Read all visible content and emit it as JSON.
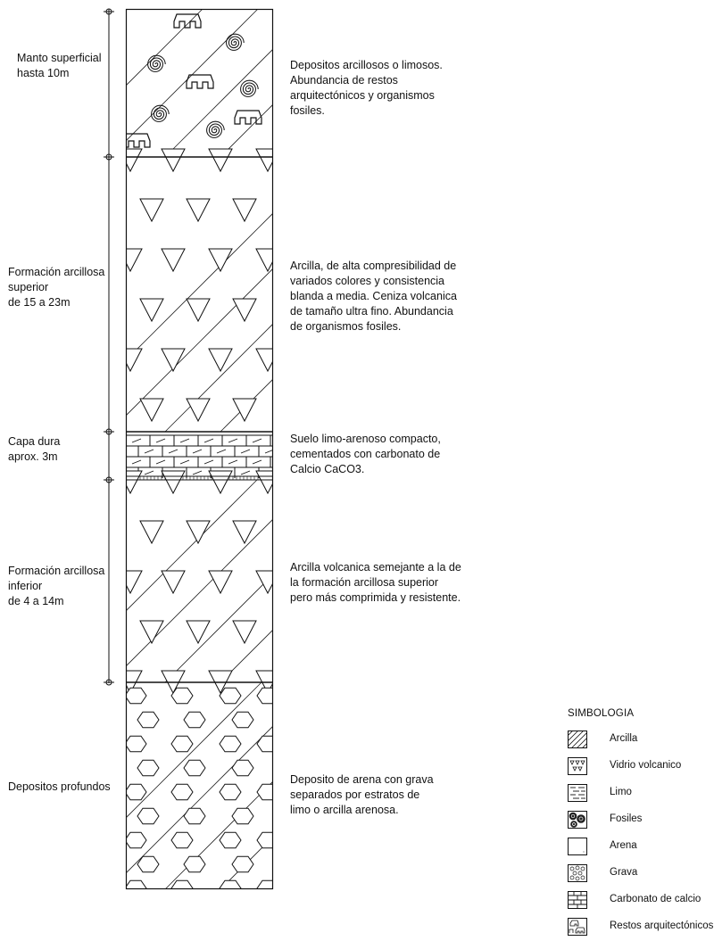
{
  "layers": [
    {
      "id": "manto",
      "name": "Manto superficial\nhasta 10m",
      "description": "Depositos arcillosos o limosos.\nAbundancia de restos\narquitectónicos y organismos\nfosiles."
    },
    {
      "id": "fas",
      "name": "Formación arcillosa\nsuperior\nde 15 a 23m",
      "description": "Arcilla, de alta compresibilidad de\nvariados colores y consistencia\nblanda a media. Ceniza volcanica\nde tamaño ultra fino. Abundancia\nde organismos fosiles."
    },
    {
      "id": "capa",
      "name": "Capa dura\naprox. 3m",
      "description": "Suelo limo-arenoso compacto,\ncementados con carbonato de\nCalcio  CaCO3."
    },
    {
      "id": "fai",
      "name": "Formación arcillosa\ninferior\nde 4 a 14m",
      "description": "Arcilla volcanica semejante a la de\nla formación arcillosa superior\npero más comprimida y resistente."
    },
    {
      "id": "prof",
      "name": "Depositos profundos",
      "description": "Deposito de arena con grava\nseparados por estratos de\nlimo o arcilla arenosa."
    }
  ],
  "legend": {
    "title": "SIMBOLOGIA",
    "items": [
      {
        "label": "Arcilla",
        "symbol": "hatch"
      },
      {
        "label": "Vidrio volcanico",
        "symbol": "triangles"
      },
      {
        "label": "Limo",
        "symbol": "dashes"
      },
      {
        "label": "Fosiles",
        "symbol": "spirals"
      },
      {
        "label": "Arena",
        "symbol": "blank"
      },
      {
        "label": "Grava",
        "symbol": "circles"
      },
      {
        "label": "Carbonato de calcio",
        "symbol": "bricks"
      },
      {
        "label": "Restos arquitectónicos",
        "symbol": "ruins"
      }
    ]
  }
}
